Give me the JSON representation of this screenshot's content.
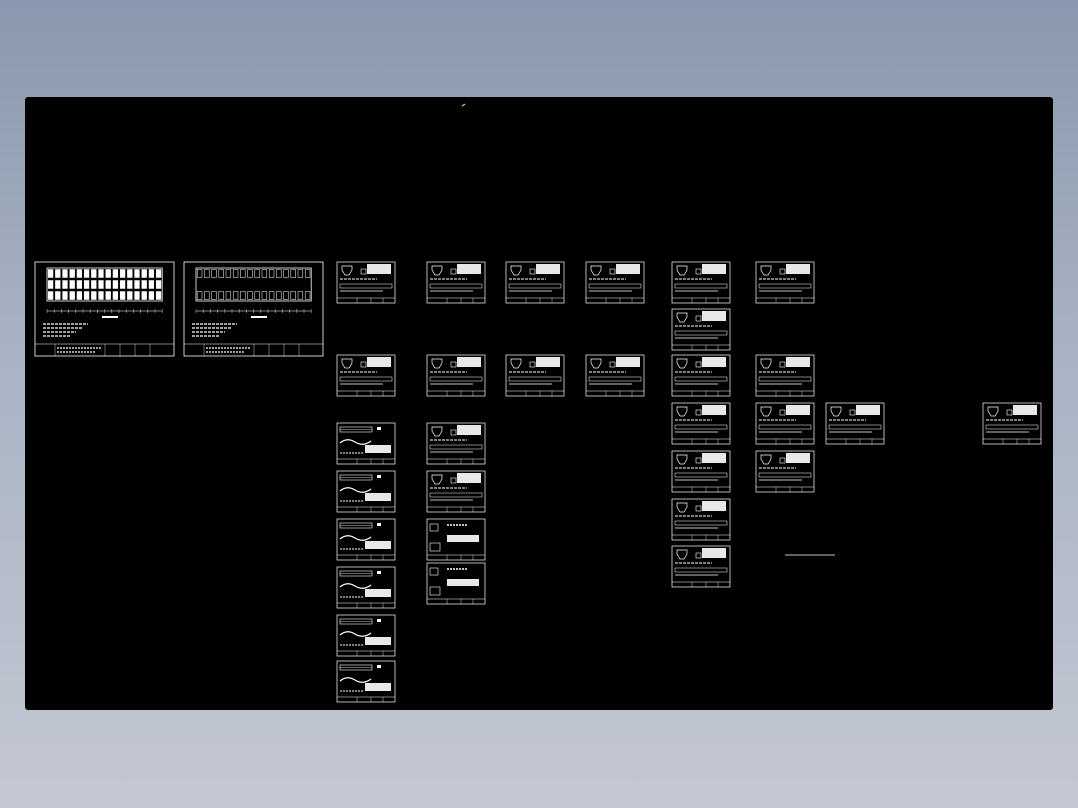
{
  "canvas": {
    "background": "#000000",
    "sheet_stroke": "#ffffff",
    "detail_fill": "#e8e8e8",
    "plan_sheets": [
      "plan-sheet-1",
      "plan-sheet-2"
    ],
    "detail_sheets": [
      {
        "id": "d-c1-r1"
      },
      {
        "id": "d-c2-r1"
      },
      {
        "id": "d-c3-r1"
      },
      {
        "id": "d-c4-r1"
      },
      {
        "id": "d-c5-r1"
      },
      {
        "id": "d-c6-r1"
      },
      {
        "id": "d-c5-r2"
      },
      {
        "id": "d-c1-r3"
      },
      {
        "id": "d-c2-r3"
      },
      {
        "id": "d-c3-r3"
      },
      {
        "id": "d-c4-r3"
      },
      {
        "id": "d-c5-r3"
      },
      {
        "id": "d-c6-r3"
      },
      {
        "id": "d-c1-r4"
      },
      {
        "id": "d-c2-r4"
      },
      {
        "id": "d-c5-r4"
      },
      {
        "id": "d-c6-r4"
      },
      {
        "id": "d-c7-r4"
      },
      {
        "id": "d-c8-r4"
      },
      {
        "id": "d-c1-r5"
      },
      {
        "id": "d-c2-r5"
      },
      {
        "id": "d-c5-r5"
      },
      {
        "id": "d-c6-r5"
      },
      {
        "id": "d-c1-r6"
      },
      {
        "id": "d-c2-r6"
      },
      {
        "id": "d-c5-r6"
      },
      {
        "id": "d-c1-r7"
      },
      {
        "id": "d-c2-r7"
      },
      {
        "id": "d-c5-r7"
      },
      {
        "id": "d-c1-r8"
      },
      {
        "id": "d-c1-r9"
      }
    ]
  }
}
